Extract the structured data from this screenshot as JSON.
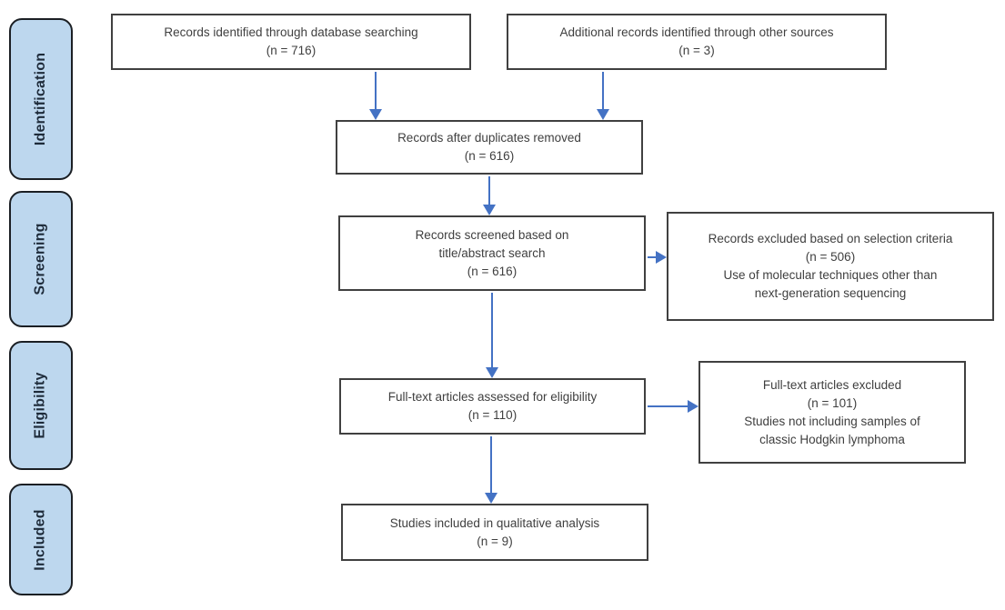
{
  "colors": {
    "arrow": "#4472C4",
    "stage_fill": "#BDD7EE",
    "stage_border": "#1b1f24",
    "box_border": "#404040",
    "text": "#3f3f3f",
    "stage_text": "#1e2b3a"
  },
  "stages": [
    {
      "label": "Identification"
    },
    {
      "label": "Screening"
    },
    {
      "label": "Eligibility"
    },
    {
      "label": "Included"
    }
  ],
  "boxes": {
    "identified": {
      "lines": [
        "Records identified through database searching",
        "(n = 716)"
      ]
    },
    "additional": {
      "lines": [
        "Additional records identified through other sources",
        "(n = 3)"
      ]
    },
    "duplicates": {
      "lines": [
        "Records after duplicates removed",
        "(n = 616)"
      ]
    },
    "screened": {
      "lines": [
        "Records screened based on",
        "title/abstract search",
        "(n = 616)"
      ]
    },
    "excluded_selection": {
      "lines": [
        "Records excluded based on selection criteria",
        "(n = 506)",
        "Use of molecular techniques other than",
        "next-generation sequencing"
      ]
    },
    "fulltext": {
      "lines": [
        "Full-text articles assessed for eligibility",
        "(n = 110)"
      ]
    },
    "excluded_fulltext": {
      "lines": [
        "Full-text articles excluded",
        "(n = 101)",
        "Studies not including samples of",
        "classic Hodgkin lymphoma"
      ]
    },
    "included": {
      "lines": [
        "Studies included in qualitative analysis",
        "(n = 9)"
      ]
    }
  }
}
